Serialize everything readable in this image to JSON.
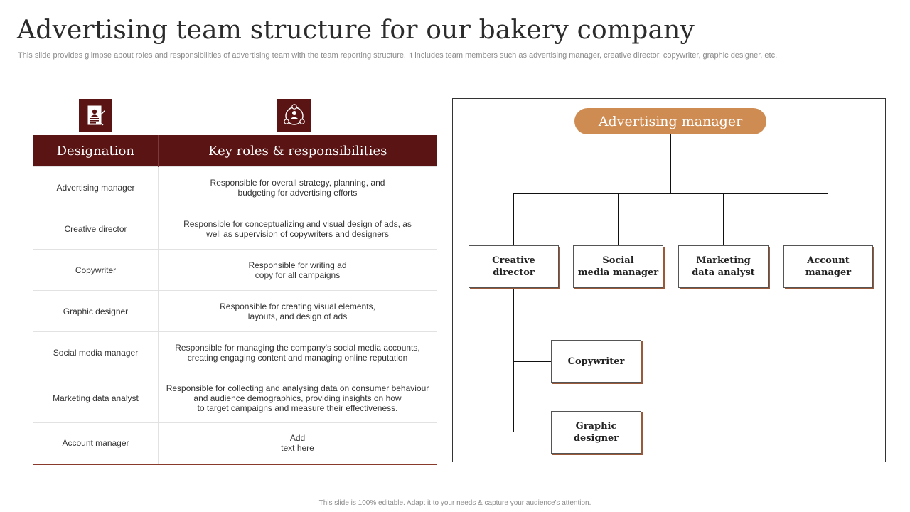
{
  "header": {
    "title": "Advertising team structure for our bakery company",
    "subtitle": "This slide provides glimpse about roles and responsibilities of advertising team with the team reporting structure. It includes team members such as advertising manager, creative director, copywriter,  graphic designer, etc."
  },
  "icons": {
    "left": "resume-document-icon",
    "right": "team-network-icon"
  },
  "table": {
    "headers": [
      "Designation",
      "Key roles & responsibilities"
    ],
    "rows": [
      {
        "designation": "Advertising manager",
        "responsibility": "Responsible for overall strategy, planning, and\nbudgeting for advertising efforts"
      },
      {
        "designation": "Creative director",
        "responsibility": "Responsible for conceptualizing and visual design of ads, as\nwell as supervision of copywriters and designers"
      },
      {
        "designation": "Copywriter",
        "responsibility": "Responsible for writing ad\ncopy for all campaigns"
      },
      {
        "designation": "Graphic designer",
        "responsibility": "Responsible for creating visual elements,\nlayouts, and design of ads"
      },
      {
        "designation": "Social media manager",
        "responsibility": "Responsible for managing the company's social media accounts,\ncreating engaging content and managing online reputation"
      },
      {
        "designation": "Marketing data analyst",
        "responsibility": "Responsible for collecting and analysing data on consumer behaviour\nand audience demographics, providing insights on how\nto target campaigns and measure their effectiveness."
      },
      {
        "designation": "Account manager",
        "responsibility": "Add\ntext here"
      }
    ]
  },
  "org_chart": {
    "top": "Advertising manager",
    "level2": [
      "Creative\ndirector",
      "Social\nmedia manager",
      "Marketing\ndata analyst",
      "Account\nmanager"
    ],
    "level3": [
      "Copywriter",
      "Graphic\ndesigner"
    ]
  },
  "footer": "This slide is 100% editable.  Adapt it to your needs & capture your audience's attention.",
  "colors": {
    "header_bg": "#5b1414",
    "manager_pill": "#cf8c52",
    "node_shadow": "#9a5a3a"
  }
}
